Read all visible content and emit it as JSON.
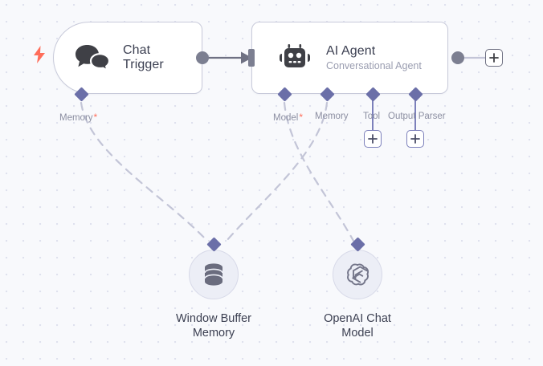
{
  "canvas": {
    "background_color": "#f8f9fc",
    "grid_dot_color": "#dfe1ee"
  },
  "colors": {
    "node_border": "#c8cada",
    "node_fill": "#ffffff",
    "title_text": "#3b3f51",
    "subtitle_text": "#9a9db0",
    "sub_label_text": "#8b8ea1",
    "required_star": "#ff6d5a",
    "diamond": "#6b6fa8",
    "endpoint": "#7c7f91",
    "dashed_wire": "#c3c5d7",
    "solid_wire": "#6f7183",
    "plus_purple": "#7c80bb",
    "plus_gray": "#6f7183",
    "trigger_bolt": "#ff6d5a",
    "circle_fill": "#eceef6",
    "circle_border": "#d7d9e8",
    "icon_dark": "#3f4046",
    "icon_gray": "#74768a"
  },
  "nodes": {
    "chat_trigger": {
      "title": "Chat\nTrigger",
      "title_line1": "Chat",
      "title_line2": "Trigger",
      "icon": "chat-bubbles-icon",
      "is_trigger": true,
      "bolt_icon": "lightning-bolt-icon",
      "connectors": [
        {
          "name": "Memory",
          "required": true
        }
      ]
    },
    "ai_agent": {
      "title": "AI Agent",
      "subtitle": "Conversational Agent",
      "icon": "robot-icon",
      "connectors": [
        {
          "name": "Model",
          "required": true,
          "has_plus": false
        },
        {
          "name": "Memory",
          "required": false,
          "has_plus": false
        },
        {
          "name": "Tool",
          "required": false,
          "has_plus": true
        },
        {
          "name": "Output Parser",
          "required": false,
          "has_plus": true
        }
      ]
    },
    "window_buffer_memory": {
      "caption": "Window Buffer\nMemory",
      "icon": "database-icon"
    },
    "openai_chat_model": {
      "caption": "OpenAI Chat\nModel",
      "icon": "openai-logo-icon"
    }
  },
  "buttons": {
    "add_node_right": {
      "label": "+",
      "name": "add-node-plus-button"
    },
    "add_tool": {
      "label": "+",
      "name": "add-tool-plus-button"
    },
    "add_output_parser": {
      "label": "+",
      "name": "add-output-parser-plus-button"
    }
  }
}
